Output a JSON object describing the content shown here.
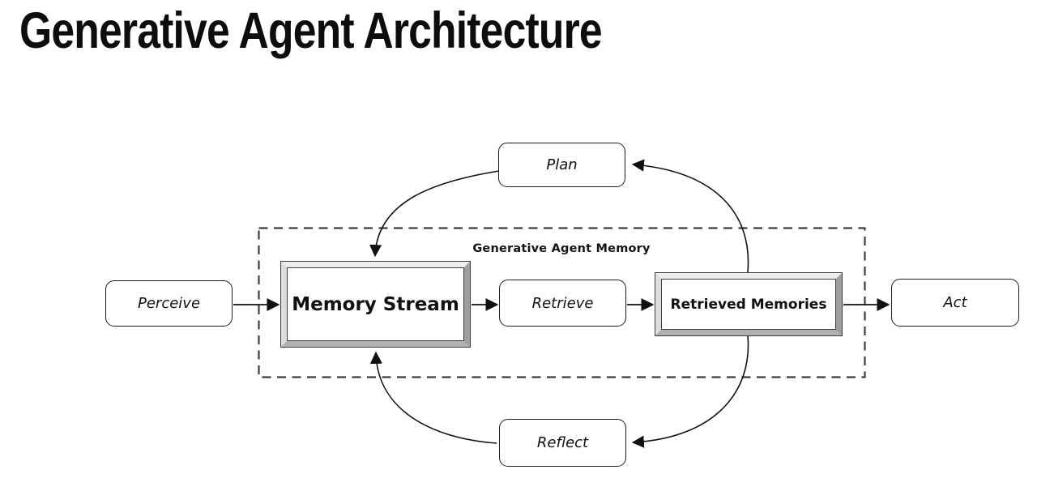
{
  "title": "Generative Agent Architecture",
  "diagram": {
    "group_label": "Generative Agent Memory",
    "nodes": {
      "perceive": {
        "label": "Perceive",
        "style": "rounded-italic"
      },
      "memory_stream": {
        "label": "Memory Stream",
        "style": "framed-bold"
      },
      "retrieve": {
        "label": "Retrieve",
        "style": "rounded-italic"
      },
      "retrieved_memories": {
        "label": "Retrieved Memories",
        "style": "framed-bold"
      },
      "act": {
        "label": "Act",
        "style": "rounded-italic"
      },
      "plan": {
        "label": "Plan",
        "style": "rounded-italic"
      },
      "reflect": {
        "label": "Reflect",
        "style": "rounded-italic"
      }
    },
    "edges": [
      {
        "from": "perceive",
        "to": "memory_stream",
        "type": "straight-arrow"
      },
      {
        "from": "memory_stream",
        "to": "retrieve",
        "type": "straight-arrow"
      },
      {
        "from": "retrieve",
        "to": "retrieved_memories",
        "type": "straight-arrow"
      },
      {
        "from": "retrieved_memories",
        "to": "act",
        "type": "straight-arrow"
      },
      {
        "from": "plan",
        "to": "memory_stream",
        "type": "curved-arrow"
      },
      {
        "from": "retrieved_memories",
        "to": "plan",
        "type": "curved-arrow"
      },
      {
        "from": "reflect",
        "to": "memory_stream",
        "type": "curved-arrow"
      },
      {
        "from": "retrieved_memories",
        "to": "reflect",
        "type": "curved-arrow"
      }
    ],
    "colors": {
      "line": "#111111",
      "dashed_border": "#3d3d3d",
      "frame_light": "#ededed",
      "frame_dark": "#9e9e9e",
      "text": "#111111",
      "background": "#ffffff"
    }
  }
}
